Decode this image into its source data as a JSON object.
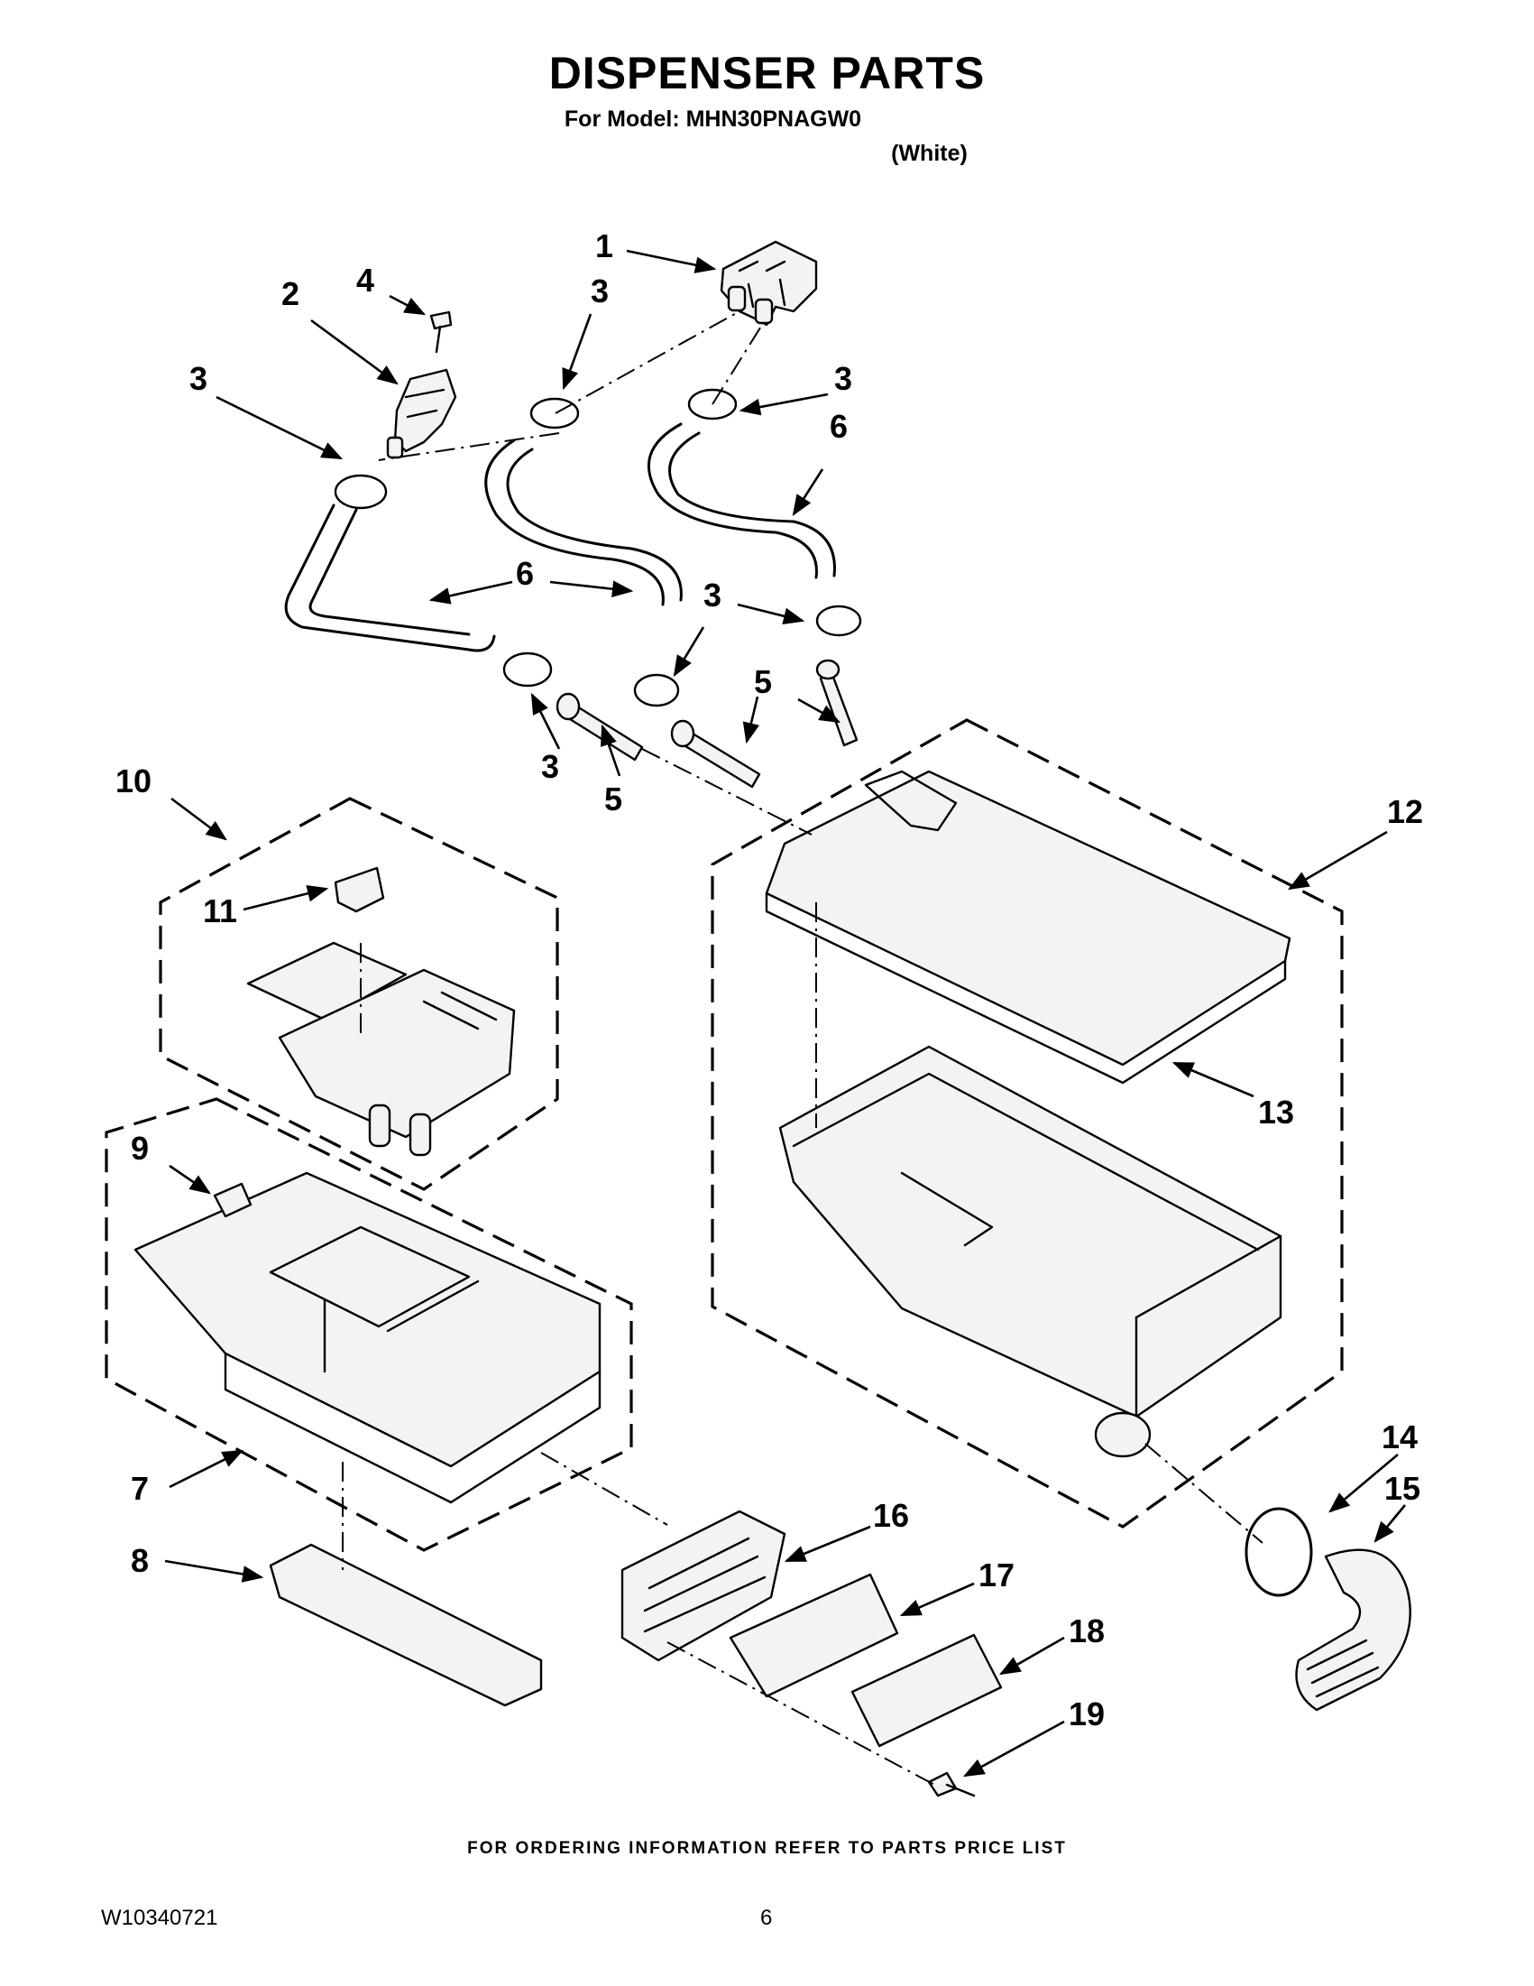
{
  "header": {
    "title": "DISPENSER PARTS",
    "model_line": "For Model: MHN30PNAGW0",
    "color_line": "(White)"
  },
  "callouts": [
    "1",
    "2",
    "3",
    "4",
    "5",
    "6",
    "7",
    "8",
    "9",
    "10",
    "11",
    "12",
    "13",
    "14",
    "15",
    "16",
    "17",
    "18",
    "19"
  ],
  "footer": {
    "ordering_note": "FOR ORDERING INFORMATION REFER TO PARTS PRICE LIST",
    "document_number": "W10340721",
    "page_number": "6"
  }
}
